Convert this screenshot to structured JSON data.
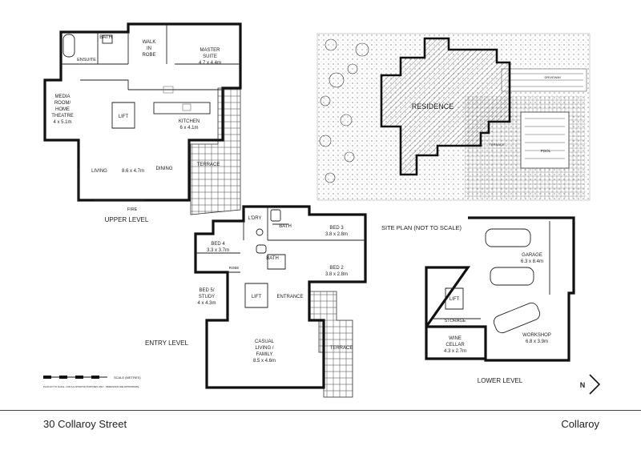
{
  "levels": {
    "upper": "UPPER LEVEL",
    "entry": "ENTRY LEVEL",
    "lower": "LOWER LEVEL",
    "site": "SITE PLAN (NOT TO SCALE)"
  },
  "upper_rooms": {
    "bath": "BATH",
    "walk_in_robe": [
      "WALK",
      "IN",
      "ROBE"
    ],
    "master_suite": [
      "MASTER",
      "SUITE",
      "4.7 x 4.4m"
    ],
    "ensuite": "ENSUITE",
    "media_room": [
      "MEDIA",
      "ROOM/",
      "HOME",
      "THEATRE",
      "4 x 5.1m"
    ],
    "lift": "LIFT",
    "kitchen": [
      "KITCHEN",
      "6 x 4.1m"
    ],
    "terrace": "TERRACE",
    "living": "LIVING",
    "living_size": "8.6 x 4.7m",
    "dining": "DINING",
    "fire": "FIRE"
  },
  "entry_rooms": {
    "ldry": "L'DRY",
    "bath_a": "BATH",
    "bath_b": "BATH",
    "bed3": [
      "BED 3",
      "3.8 x 2.8m"
    ],
    "bed4": [
      "BED 4",
      "3.3 x 3.7m"
    ],
    "robe": "ROBE",
    "bed2": [
      "BED 2",
      "3.8 x 2.8m"
    ],
    "bed5": [
      "BED 5/",
      "STUDY",
      "4 x 4.3m"
    ],
    "lift": "LIFT",
    "entrance": "ENTRANCE",
    "casual": [
      "CASUAL",
      "LIVING /",
      "FAMILY",
      "8.5 x 4.6m"
    ],
    "terrace": "TERRACE"
  },
  "lower_rooms": {
    "garage": [
      "GARAGE",
      "6.3 x 8.4m"
    ],
    "lift": "LIFT",
    "storage": "STORAGE",
    "wine": [
      "WINE",
      "CELLAR",
      "4.3 x 2.7m"
    ],
    "workshop": [
      "WORKSHOP",
      "6.8 x 3.9m"
    ]
  },
  "site": {
    "residence": "RESIDENCE",
    "terrace": "TERRACE",
    "pool": "POOL",
    "driveway": "DRIVEWAY"
  },
  "scale": {
    "label": "SCALE (METRES)",
    "note": "PLAN NOT TO SCALE - FOR ILLUSTRATIVE PURPOSES ONLY - DIMENSIONS ARE APPROXIMATE"
  },
  "compass": "N",
  "footer": {
    "address": "30 Collaroy Street",
    "suburb": "Collaroy"
  },
  "colors": {
    "ink": "#111111",
    "paper": "#ffffff",
    "hatch": "#777777"
  }
}
